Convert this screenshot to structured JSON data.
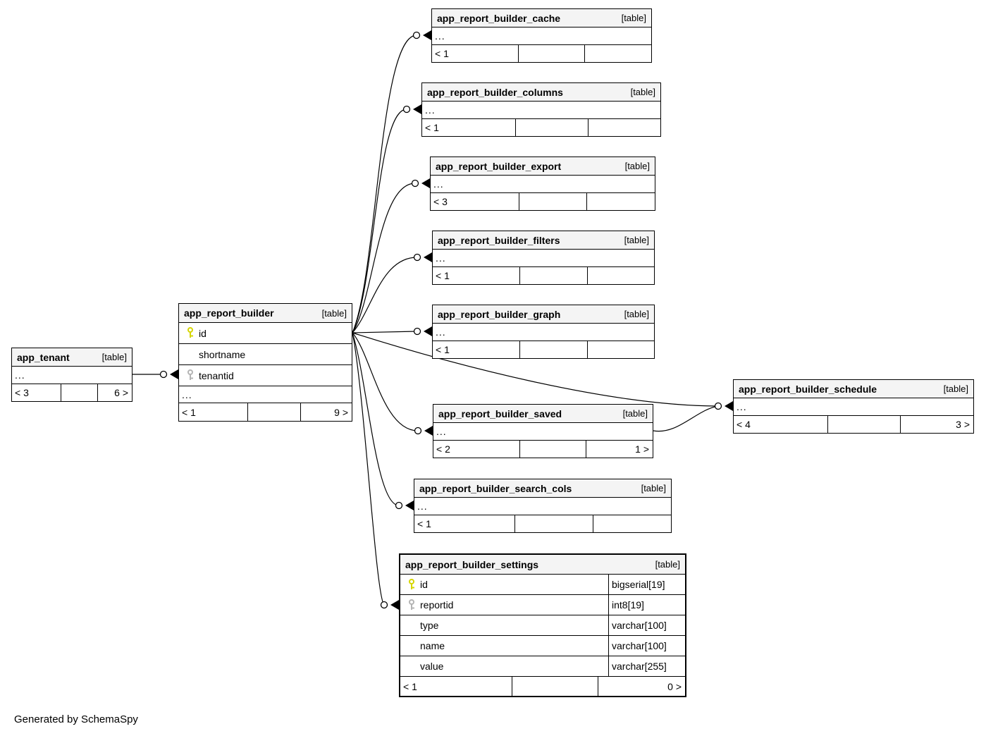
{
  "footer_note": "Generated by SchemaSpy",
  "labels": {
    "table_tag": "[table]",
    "ellipsis": "..."
  },
  "colors": {
    "primary_key": "#d6d600",
    "foreign_key": "#b4b4b4",
    "header_bg": "#f4f4f4",
    "line": "#000000"
  },
  "tables": {
    "app_tenant": {
      "name": "app_tenant",
      "footer_left": "< 3",
      "footer_right": "6 >"
    },
    "app_report_builder": {
      "name": "app_report_builder",
      "fields": [
        {
          "name": "id",
          "key": "primary"
        },
        {
          "name": "shortname",
          "key": ""
        },
        {
          "name": "tenantid",
          "key": "foreign"
        }
      ],
      "footer_left": "< 1",
      "footer_right": "9 >"
    },
    "app_report_builder_cache": {
      "name": "app_report_builder_cache",
      "footer_left": "< 1",
      "footer_right": ""
    },
    "app_report_builder_columns": {
      "name": "app_report_builder_columns",
      "footer_left": "< 1",
      "footer_right": ""
    },
    "app_report_builder_export": {
      "name": "app_report_builder_export",
      "footer_left": "< 3",
      "footer_right": ""
    },
    "app_report_builder_filters": {
      "name": "app_report_builder_filters",
      "footer_left": "< 1",
      "footer_right": ""
    },
    "app_report_builder_graph": {
      "name": "app_report_builder_graph",
      "footer_left": "< 1",
      "footer_right": ""
    },
    "app_report_builder_schedule": {
      "name": "app_report_builder_schedule",
      "footer_left": "< 4",
      "footer_right": "3 >"
    },
    "app_report_builder_saved": {
      "name": "app_report_builder_saved",
      "footer_left": "< 2",
      "footer_right": "1 >"
    },
    "app_report_builder_search_cols": {
      "name": "app_report_builder_search_cols",
      "footer_left": "< 1",
      "footer_right": ""
    },
    "app_report_builder_settings": {
      "name": "app_report_builder_settings",
      "fields": [
        {
          "name": "id",
          "type": "bigserial[19]",
          "key": "primary"
        },
        {
          "name": "reportid",
          "type": "int8[19]",
          "key": "foreign"
        },
        {
          "name": "type",
          "type": "varchar[100]",
          "key": ""
        },
        {
          "name": "name",
          "type": "varchar[100]",
          "key": ""
        },
        {
          "name": "value",
          "type": "varchar[255]",
          "key": ""
        }
      ],
      "footer_left": "< 1",
      "footer_right": "0 >"
    }
  },
  "relationships": [
    {
      "from": "app_tenant",
      "to": "app_report_builder",
      "via": "tenantid"
    },
    {
      "from": "app_report_builder",
      "to": "app_report_builder_cache"
    },
    {
      "from": "app_report_builder",
      "to": "app_report_builder_columns"
    },
    {
      "from": "app_report_builder",
      "to": "app_report_builder_export"
    },
    {
      "from": "app_report_builder",
      "to": "app_report_builder_filters"
    },
    {
      "from": "app_report_builder",
      "to": "app_report_builder_graph"
    },
    {
      "from": "app_report_builder",
      "to": "app_report_builder_schedule"
    },
    {
      "from": "app_report_builder",
      "to": "app_report_builder_saved"
    },
    {
      "from": "app_report_builder",
      "to": "app_report_builder_search_cols"
    },
    {
      "from": "app_report_builder",
      "to": "app_report_builder_settings",
      "via": "reportid"
    },
    {
      "from": "app_report_builder_saved",
      "to": "app_report_builder_schedule"
    }
  ]
}
